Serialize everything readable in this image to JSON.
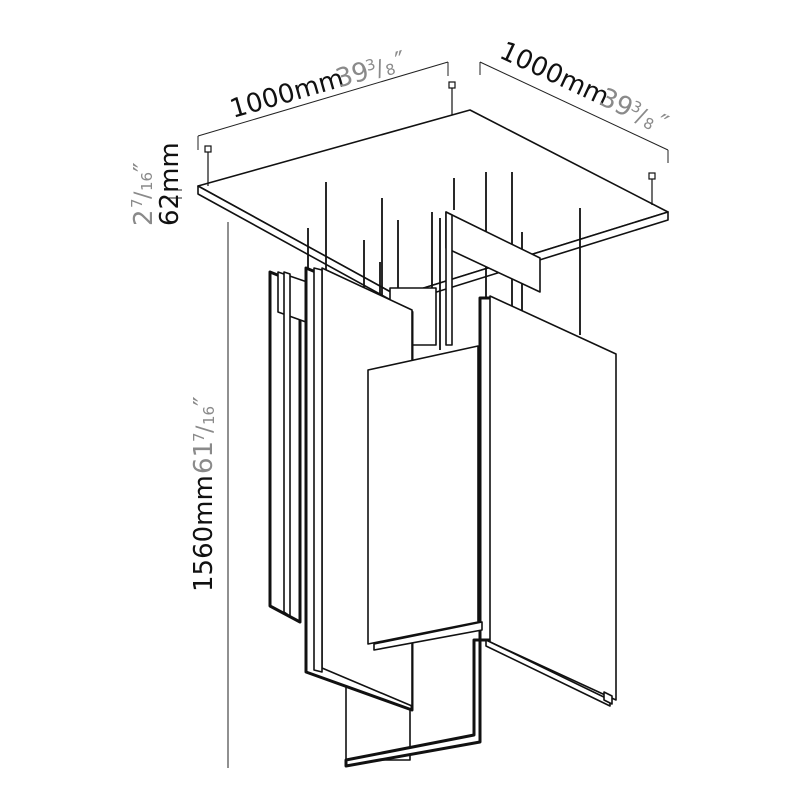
{
  "dimensions": {
    "width_front": {
      "mm": "1000mm",
      "inch_whole": "39",
      "inch_frac_num": "3",
      "inch_frac_den": "8",
      "inch_mark": "″"
    },
    "width_side": {
      "mm": "1000mm",
      "inch_whole": "39",
      "inch_frac_num": "3",
      "inch_frac_den": "8",
      "inch_mark": "″"
    },
    "canopy_height": {
      "mm": "62mm",
      "inch_whole": "2",
      "inch_frac_num": "7",
      "inch_frac_den": "16",
      "inch_mark": "″"
    },
    "overall_height": {
      "mm": "1560mm",
      "inch_whole": "61",
      "inch_frac_num": "7",
      "inch_frac_den": "16",
      "inch_mark": "″"
    }
  },
  "colors": {
    "line": "#111111",
    "imperial_text": "#8a8a8a",
    "metric_text": "#111111"
  }
}
